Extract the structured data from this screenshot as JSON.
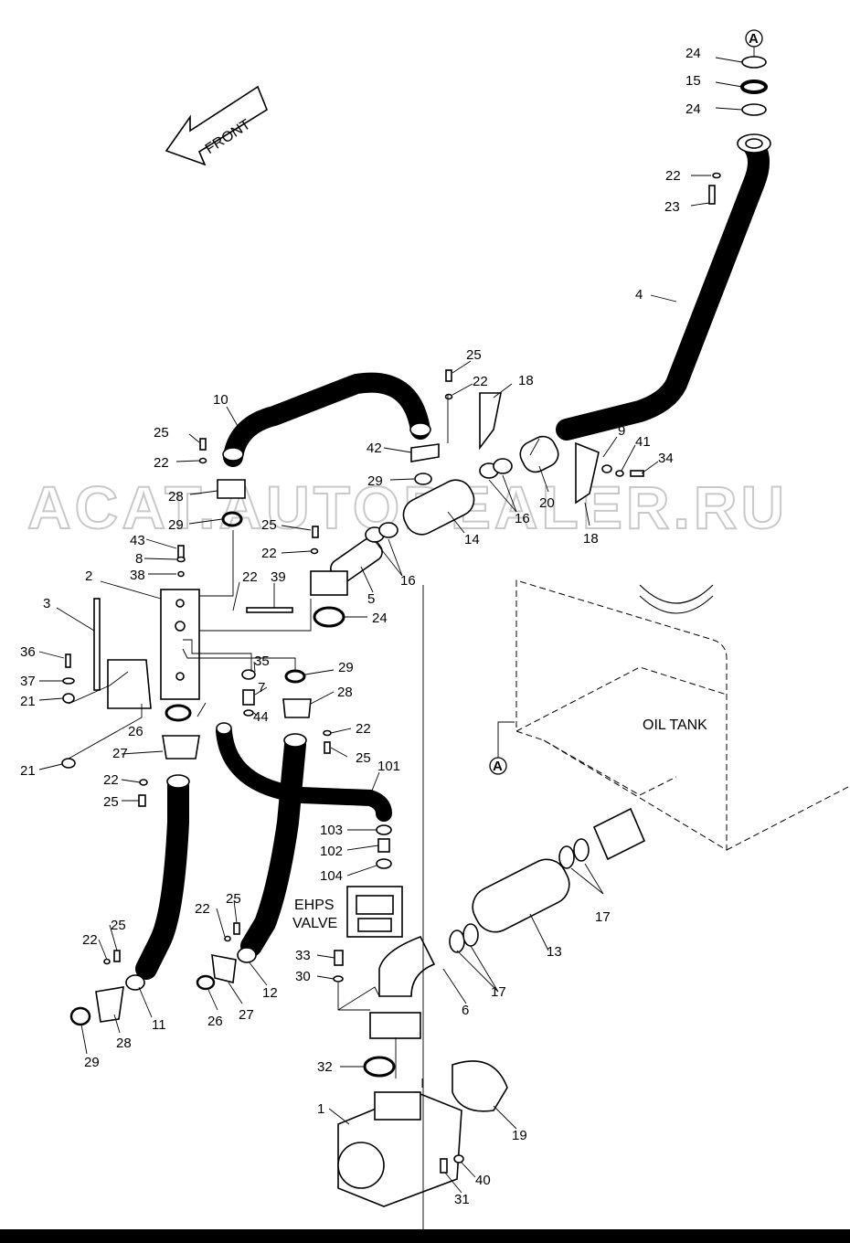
{
  "watermark": "ACAT.AUTODEALER.RU",
  "front_label": "FRONT",
  "oil_tank_label": "OIL TANK",
  "ehps_valve_label": [
    "EHPS",
    "VALVE"
  ],
  "reference_marker": "A",
  "callouts": [
    {
      "id": "c1",
      "text": "24"
    },
    {
      "id": "c2",
      "text": "15"
    },
    {
      "id": "c3",
      "text": "24"
    },
    {
      "id": "c4",
      "text": "22"
    },
    {
      "id": "c5",
      "text": "23"
    },
    {
      "id": "c6",
      "text": "4"
    },
    {
      "id": "c7",
      "text": "25"
    },
    {
      "id": "c8",
      "text": "22"
    },
    {
      "id": "c9",
      "text": "18"
    },
    {
      "id": "c10",
      "text": "10"
    },
    {
      "id": "c11",
      "text": "25"
    },
    {
      "id": "c12",
      "text": "22"
    },
    {
      "id": "c13",
      "text": "42"
    },
    {
      "id": "c14",
      "text": "29"
    },
    {
      "id": "c15",
      "text": "9"
    },
    {
      "id": "c16",
      "text": "41"
    },
    {
      "id": "c17",
      "text": "34"
    },
    {
      "id": "c18",
      "text": "28"
    },
    {
      "id": "c19",
      "text": "29"
    },
    {
      "id": "c20",
      "text": "25"
    },
    {
      "id": "c21",
      "text": "20"
    },
    {
      "id": "c22",
      "text": "16"
    },
    {
      "id": "c23",
      "text": "14"
    },
    {
      "id": "c24",
      "text": "18"
    },
    {
      "id": "c25",
      "text": "43"
    },
    {
      "id": "c26",
      "text": "22"
    },
    {
      "id": "c27",
      "text": "8"
    },
    {
      "id": "c28",
      "text": "38"
    },
    {
      "id": "c29",
      "text": "2"
    },
    {
      "id": "c30",
      "text": "22"
    },
    {
      "id": "c31",
      "text": "39"
    },
    {
      "id": "c32",
      "text": "16"
    },
    {
      "id": "c33",
      "text": "5"
    },
    {
      "id": "c34",
      "text": "3"
    },
    {
      "id": "c35",
      "text": "24"
    },
    {
      "id": "c36",
      "text": "36"
    },
    {
      "id": "c37",
      "text": "35"
    },
    {
      "id": "c38",
      "text": "29"
    },
    {
      "id": "c39",
      "text": "37"
    },
    {
      "id": "c40",
      "text": "7"
    },
    {
      "id": "c41",
      "text": "28"
    },
    {
      "id": "c42",
      "text": "21"
    },
    {
      "id": "c43",
      "text": "44"
    },
    {
      "id": "c44",
      "text": "26"
    },
    {
      "id": "c45",
      "text": "22"
    },
    {
      "id": "c46",
      "text": "27"
    },
    {
      "id": "c47",
      "text": "25"
    },
    {
      "id": "c48",
      "text": "21"
    },
    {
      "id": "c49",
      "text": "22"
    },
    {
      "id": "c50",
      "text": "101"
    },
    {
      "id": "c51",
      "text": "25"
    },
    {
      "id": "c52",
      "text": "103"
    },
    {
      "id": "c53",
      "text": "102"
    },
    {
      "id": "c54",
      "text": "104"
    },
    {
      "id": "c55",
      "text": "17"
    },
    {
      "id": "c56",
      "text": "25"
    },
    {
      "id": "c57",
      "text": "22"
    },
    {
      "id": "c58",
      "text": "25"
    },
    {
      "id": "c59",
      "text": "22"
    },
    {
      "id": "c60",
      "text": "33"
    },
    {
      "id": "c61",
      "text": "13"
    },
    {
      "id": "c62",
      "text": "30"
    },
    {
      "id": "c63",
      "text": "17"
    },
    {
      "id": "c64",
      "text": "12"
    },
    {
      "id": "c65",
      "text": "6"
    },
    {
      "id": "c66",
      "text": "11"
    },
    {
      "id": "c67",
      "text": "26"
    },
    {
      "id": "c68",
      "text": "27"
    },
    {
      "id": "c69",
      "text": "28"
    },
    {
      "id": "c70",
      "text": "29"
    },
    {
      "id": "c71",
      "text": "32"
    },
    {
      "id": "c72",
      "text": "1"
    },
    {
      "id": "c73",
      "text": "19"
    },
    {
      "id": "c74",
      "text": "40"
    },
    {
      "id": "c75",
      "text": "31"
    }
  ]
}
